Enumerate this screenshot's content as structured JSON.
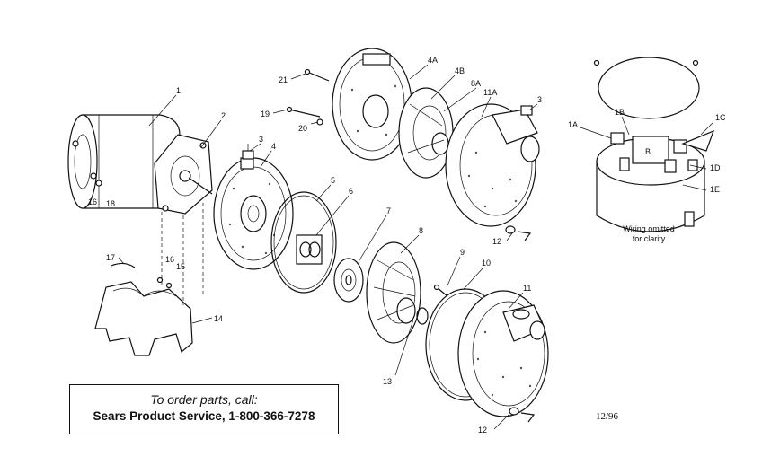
{
  "labels": {
    "p1": "1",
    "p2": "2",
    "p3a": "3",
    "p3b": "3",
    "p4": "4",
    "p4a": "4A",
    "p4b": "4B",
    "p5": "5",
    "p6": "6",
    "p7": "7",
    "p8": "8",
    "p8a": "8A",
    "p9": "9",
    "p10": "10",
    "p11": "11",
    "p11a": "11A",
    "p12a": "12",
    "p12b": "12",
    "p13": "13",
    "p14": "14",
    "p15": "15",
    "p16a": "16",
    "p16b": "16",
    "p17": "17",
    "p18": "18",
    "p19": "19",
    "p20": "20",
    "p21": "21",
    "p1a": "1A",
    "p1b": "1B",
    "p1c": "1C",
    "p1d": "1D",
    "p1e": "1E"
  },
  "inset": {
    "note_line1": "Wiring omitted",
    "note_line2": "for clarity",
    "b_label": "B"
  },
  "order_box": {
    "line1": "To order parts, call:",
    "line2": "Sears Product Service, 1-800-366-7278"
  },
  "date_code": "12/96"
}
